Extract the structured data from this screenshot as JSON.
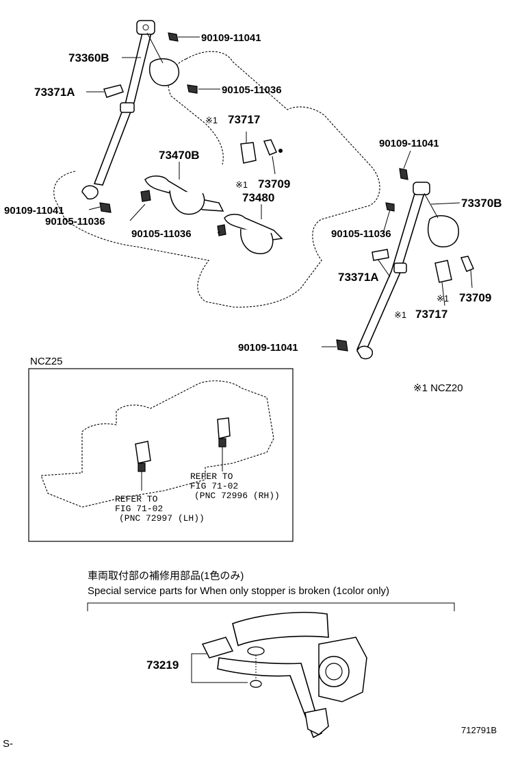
{
  "labels": {
    "p73360B": "73360B",
    "p73371A_top": "73371A",
    "p90109_top": "90109-11041",
    "p90105_top": "90105-11036",
    "p73717_top": "73717",
    "p73717_top_mark": "※1",
    "p73470B": "73470B",
    "p73709_top": "73709",
    "p73709_top_mark": "※1",
    "p73480": "73480",
    "p90109_left": "90109-11041",
    "p90105_left": "90105-11036",
    "p90105_mid": "90105-11036",
    "p90109_right": "90109-11041",
    "p73370B": "73370B",
    "p90105_right": "90105-11036",
    "p73371A_right": "73371A",
    "p73709_right": "73709",
    "p73709_right_mark": "※1",
    "p73717_right": "73717",
    "p73717_right_mark": "※1",
    "p90109_bottom": "90109-11041",
    "p73219": "73219"
  },
  "notes": {
    "ncz20": "※1 NCZ20",
    "ncz25": "NCZ25",
    "refer_rh_1": "REFER TO",
    "refer_rh_2": "FIG 71-02",
    "refer_rh_3": "(PNC 72996 (RH))",
    "refer_lh_1": "REFER TO",
    "refer_lh_2": "FIG 71-02",
    "refer_lh_3": "(PNC 72997 (LH))",
    "special_jp": "車両取付部の補修用部品(1色のみ)",
    "special_en": "Special service parts for When only stopper is broken (1color only)",
    "fig_code": "712791B",
    "page_marker": "S-"
  }
}
